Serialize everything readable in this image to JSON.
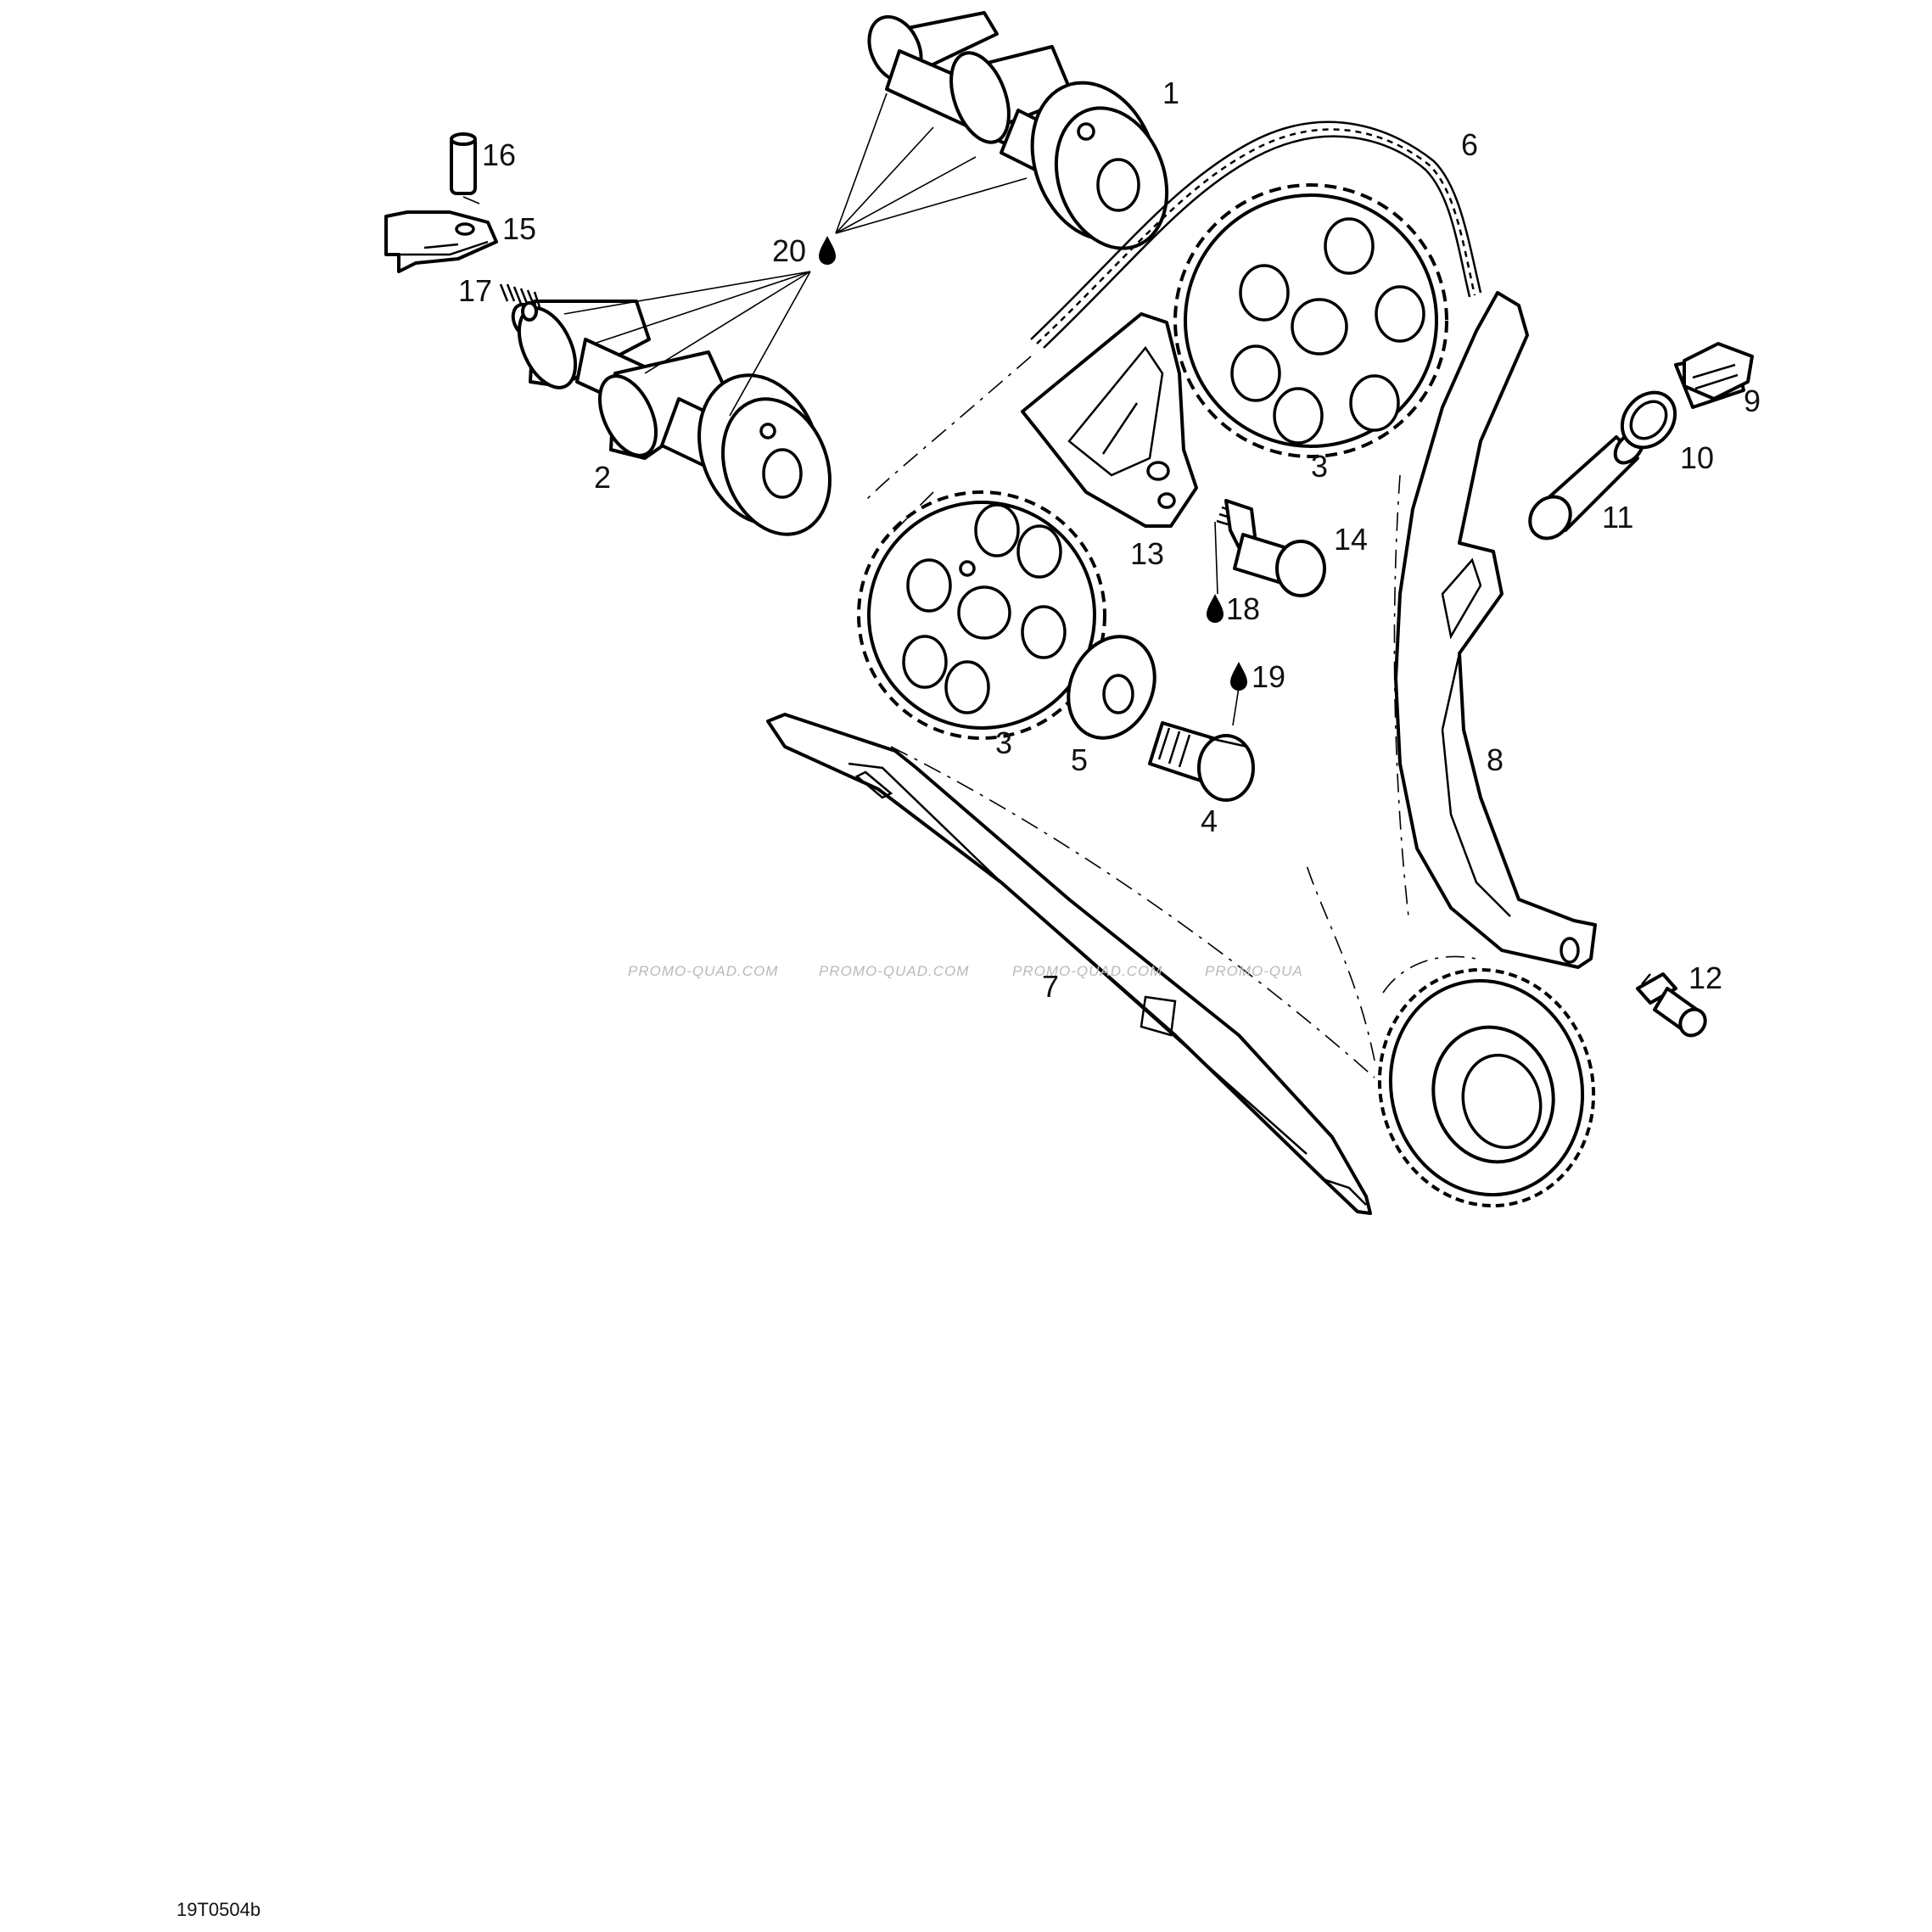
{
  "callouts": [
    {
      "id": "c1",
      "text": "1"
    },
    {
      "id": "c2",
      "text": "2"
    },
    {
      "id": "c3a",
      "text": "3"
    },
    {
      "id": "c3b",
      "text": "3"
    },
    {
      "id": "c4",
      "text": "4"
    },
    {
      "id": "c5",
      "text": "5"
    },
    {
      "id": "c6",
      "text": "6"
    },
    {
      "id": "c7",
      "text": "7"
    },
    {
      "id": "c8",
      "text": "8"
    },
    {
      "id": "c9",
      "text": "9"
    },
    {
      "id": "c10",
      "text": "10"
    },
    {
      "id": "c11",
      "text": "11"
    },
    {
      "id": "c12",
      "text": "12"
    },
    {
      "id": "c13",
      "text": "13"
    },
    {
      "id": "c14",
      "text": "14"
    },
    {
      "id": "c15",
      "text": "15"
    },
    {
      "id": "c16",
      "text": "16"
    },
    {
      "id": "c17",
      "text": "17"
    },
    {
      "id": "c18",
      "text": "18"
    },
    {
      "id": "c19",
      "text": "19"
    },
    {
      "id": "c20",
      "text": "20"
    }
  ],
  "watermark": [
    "PROMO-QUAD.COM",
    "PROMO-QUAD.COM",
    "PROMO-QUAD.COM",
    "PROMO-QUA"
  ],
  "drawing_code": "19T0504b"
}
